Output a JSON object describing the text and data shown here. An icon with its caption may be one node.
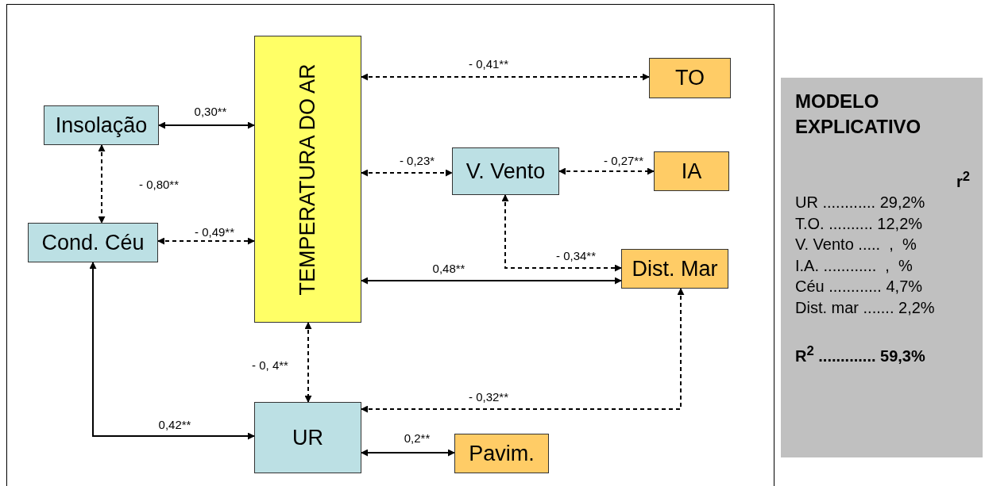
{
  "diagram": {
    "nodes": [
      {
        "text": [
          "TEMPERATURA DO AR"
        ]
      },
      {
        "text": [
          "TO"
        ]
      },
      {
        "text": [
          "Insolação"
        ]
      },
      {
        "text": [
          "V. Vento"
        ]
      },
      {
        "text": [
          "IA"
        ]
      },
      {
        "text": [
          "Cond. Céu"
        ]
      },
      {
        "text": [
          "Dist. Mar"
        ]
      },
      {
        "text": [
          "UR"
        ]
      },
      {
        "text": [
          "Pavim."
        ]
      },
      {
        "text": [
          "MODELO EXPLICATIVO",
          "r$^{2}$",
          "UR ............ 29,2%",
          "T.O. .......... 12,2%",
          "V. Vento .....  ,  %",
          "I.A. ............  ,  %",
          "Céu ............ 4,7%",
          "Dist. mar ....... 2,2%",
          "R$^{2}$ ............. 59,3%"
        ]
      }
    ],
    "edges": [
      {
        "from": 2,
        "to": 0,
        "arrow": "both",
        "label": "0,30**"
      },
      {
        "from": 0,
        "to": 1,
        "arrow": "both",
        "label": "- 0,41**",
        "style": "dashed"
      },
      {
        "from": 2,
        "to": 5,
        "arrow": "both",
        "label": "- 0,80**",
        "style": "dashed"
      },
      {
        "from": 5,
        "to": 0,
        "arrow": "both",
        "label": "- 0,49**",
        "style": "dashed"
      },
      {
        "from": 0,
        "to": 3,
        "arrow": "both",
        "label": "- 0,23*",
        "style": "dashed"
      },
      {
        "from": 3,
        "to": 4,
        "arrow": "both",
        "label": "- 0,27**",
        "style": "dashed"
      },
      {
        "from": 3,
        "to": 6,
        "arrow": "both",
        "label": "- 0,34**",
        "style": "dashed"
      },
      {
        "from": 0,
        "to": 6,
        "arrow": "both",
        "label": "0,48**"
      },
      {
        "from": 0,
        "to": 7,
        "arrow": "both",
        "label": "- 0, 4**",
        "style": "dashed"
      },
      {
        "from": 6,
        "to": 7,
        "arrow": "both",
        "label": "- 0,32**",
        "style": "dashed"
      },
      {
        "from": 5,
        "to": 7,
        "arrow": "both",
        "label": "0,42**"
      },
      {
        "from": 7,
        "to": 8,
        "arrow": "both",
        "label": "0,2**"
      }
    ]
  }
}
